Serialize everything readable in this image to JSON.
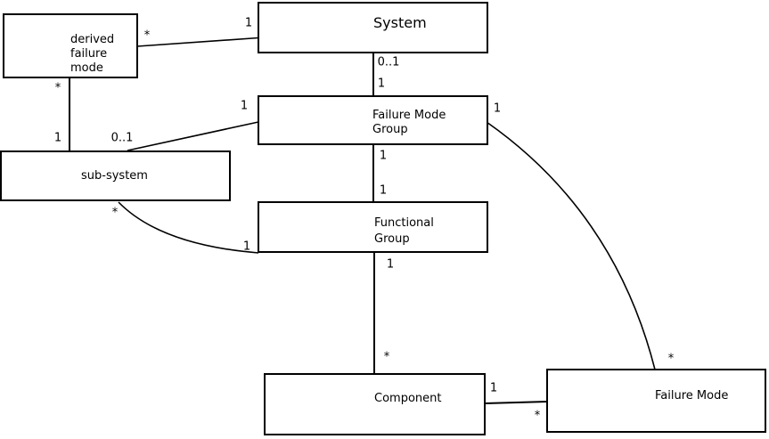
{
  "diagram": {
    "kind": "uml-class-diagram",
    "background_color": "#ffffff",
    "line_color": "#000000",
    "text_color": "#000000",
    "boxes": [
      {
        "id": "derived-failure-mode",
        "label": "derived\nfailure\nmode"
      },
      {
        "id": "system",
        "label": "System"
      },
      {
        "id": "failure-mode-group",
        "label": "Failure Mode\nGroup"
      },
      {
        "id": "sub-system",
        "label": "sub-system"
      },
      {
        "id": "functional-group",
        "label": "Functional\nGroup"
      },
      {
        "id": "component",
        "label": "Component"
      },
      {
        "id": "failure-mode",
        "label": "Failure Mode"
      }
    ],
    "multiplicities": [
      {
        "id": "system-end-of-system-derived",
        "text": "1"
      },
      {
        "id": "derived-end-of-system-derived",
        "text": "*"
      },
      {
        "id": "derived-end-of-derived-subsystem",
        "text": "*"
      },
      {
        "id": "subsystem-end-of-derived-subsystem",
        "text": "1"
      },
      {
        "id": "system-end-of-system-fmg",
        "text": "0..1"
      },
      {
        "id": "fmg-end-of-system-fmg",
        "text": "1"
      },
      {
        "id": "fmg-end-of-fmg-subsystem",
        "text": "1"
      },
      {
        "id": "subsystem-end-of-fmg-subsystem",
        "text": "0..1"
      },
      {
        "id": "fmg-end-of-fmg-fg",
        "text": "1"
      },
      {
        "id": "fg-end-of-fmg-fg",
        "text": "1"
      },
      {
        "id": "subsystem-end-of-subsystem-fg",
        "text": "*"
      },
      {
        "id": "fg-end-of-subsystem-fg",
        "text": "1"
      },
      {
        "id": "fg-end-of-fg-component",
        "text": "1"
      },
      {
        "id": "component-end-of-fg-component",
        "text": "*"
      },
      {
        "id": "component-end-of-component-fm",
        "text": "1"
      },
      {
        "id": "fm-end-of-component-fm",
        "text": "*"
      },
      {
        "id": "fmg-end-of-fmg-fm",
        "text": "1"
      },
      {
        "id": "fm-end-of-fmg-fm",
        "text": "*"
      }
    ],
    "associations": [
      {
        "between": [
          "System",
          "derived failure mode"
        ],
        "mult_system": "1",
        "mult_derived": "*"
      },
      {
        "between": [
          "derived failure mode",
          "sub-system"
        ],
        "mult_derived": "*",
        "mult_subsystem": "1"
      },
      {
        "between": [
          "System",
          "Failure Mode Group"
        ],
        "mult_system": "0..1",
        "mult_fmg": "1"
      },
      {
        "between": [
          "Failure Mode Group",
          "sub-system"
        ],
        "mult_fmg": "1",
        "mult_subsystem": "0..1"
      },
      {
        "between": [
          "Failure Mode Group",
          "Functional Group"
        ],
        "mult_fmg": "1",
        "mult_fg": "1"
      },
      {
        "between": [
          "sub-system",
          "Functional Group"
        ],
        "mult_subsystem": "*",
        "mult_fg": "1"
      },
      {
        "between": [
          "Functional Group",
          "Component"
        ],
        "mult_fg": "1",
        "mult_component": "*"
      },
      {
        "between": [
          "Component",
          "Failure Mode"
        ],
        "mult_component": "1",
        "mult_fm": "*"
      },
      {
        "between": [
          "Failure Mode Group",
          "Failure Mode"
        ],
        "mult_fmg": "1",
        "mult_fm": "*"
      }
    ]
  }
}
